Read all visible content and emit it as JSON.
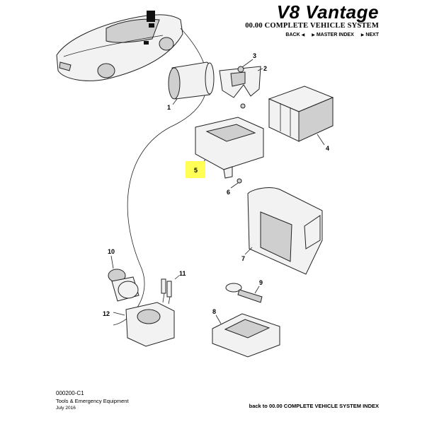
{
  "header": {
    "brand": "V8 Vantage",
    "section_title": "00.00 COMPLETE VEHICLE SYSTEM",
    "nav": {
      "back": "BACK",
      "master_index": "MASTER INDEX",
      "next": "NEXT"
    }
  },
  "callouts": [
    "1",
    "2",
    "3",
    "4",
    "5",
    "6",
    "7",
    "8",
    "9",
    "10",
    "11",
    "12"
  ],
  "highlight": {
    "callout": "5",
    "color": "#ffff55"
  },
  "footer": {
    "code": "000200-C1",
    "title": "Tools & Emergency Equipment",
    "date": "July 2016",
    "back_link": "back to 00.00 COMPLETE VEHICLE SYSTEM INDEX"
  }
}
